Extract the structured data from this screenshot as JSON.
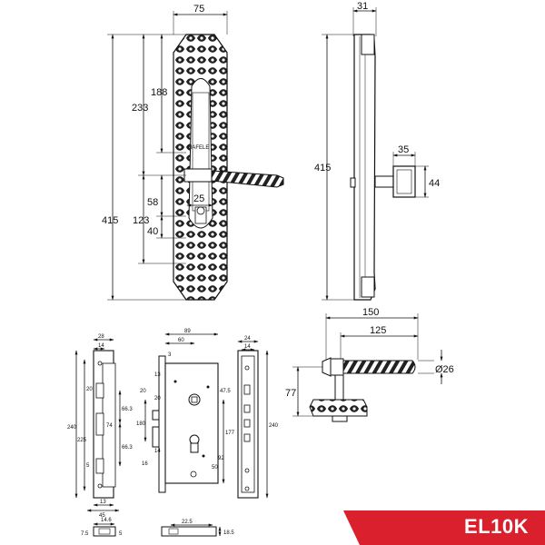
{
  "model": "EL10K",
  "brand_mark": "HAFELE",
  "colors": {
    "tag": "#d9202c",
    "line": "#111111"
  },
  "front_view": {
    "width": "75",
    "total_height": "415",
    "upper_height": "233",
    "handle_upper": "188",
    "handle_lower": "58",
    "lock_height": "123",
    "cylinder_offset": "40",
    "cylinder_width": "25"
  },
  "side_view": {
    "depth": "31",
    "height": "415",
    "rose_width": "35",
    "rose_height": "44"
  },
  "handle_view": {
    "total_length": "150",
    "lever_length": "125",
    "diameter": "Ø26",
    "projection": "77"
  },
  "faceplate": {
    "width": "28",
    "inner": "14",
    "height": "240",
    "inner_height": "225",
    "upper_pitch": "66.3",
    "lower_pitch": "66.3",
    "pitch": "74",
    "bottom": "45",
    "bottom_inner": "13",
    "side": "20",
    "top": "5"
  },
  "lock_body": {
    "width": "89",
    "backset": "60",
    "offset": "3",
    "top": "13",
    "latch": "20",
    "latch_offset": "20",
    "bolt_pitch": "47.5",
    "bolt_height": "180",
    "latch_height": "177",
    "deadbolt": "14",
    "bottom": "16",
    "cyl_pitch": "92",
    "sq_pitch": "50"
  },
  "strike_plate": {
    "top_a": "24",
    "top_b": "14",
    "height": "240"
  },
  "bottom_details": {
    "a": "14.6",
    "b": "7.5",
    "c": "5",
    "d": "22.5",
    "e": "18.5"
  }
}
